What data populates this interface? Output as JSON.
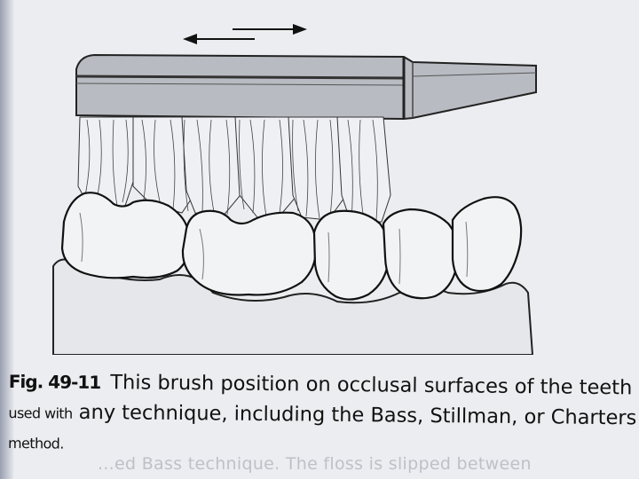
{
  "figure": {
    "label": "Fig. 49-11",
    "caption_line1": "This brush position on occlusal surfaces of the teeth is",
    "caption_line2_lead": "used with",
    "caption_line2_rest": "any technique, including the Bass, Stillman, or Charters",
    "caption_line3": "method."
  },
  "bleed_through_text": "...ed Bass technique. The floss is slipped between",
  "colors": {
    "paper": "#ecedf0",
    "ink": "#111111",
    "handle_fill": "#b9bbc2"
  },
  "icons": {
    "motion_arrows": "double-arrow-left-right"
  }
}
